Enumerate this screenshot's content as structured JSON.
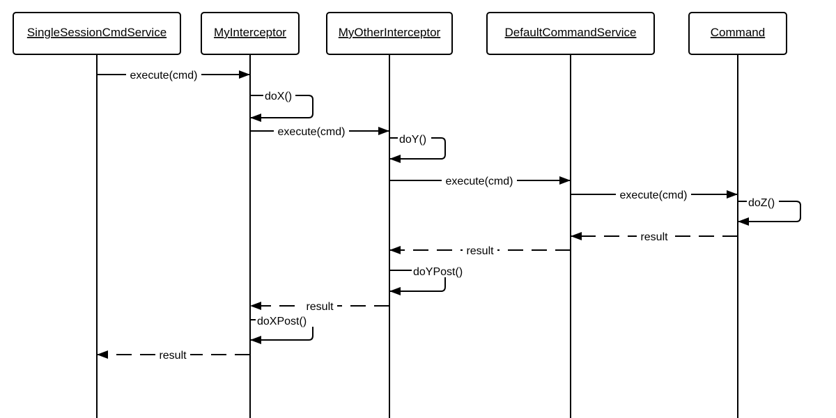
{
  "participants": [
    {
      "id": "p1",
      "name": "SingleSessionCmdService"
    },
    {
      "id": "p2",
      "name": "MyInterceptor"
    },
    {
      "id": "p3",
      "name": "MyOtherInterceptor"
    },
    {
      "id": "p4",
      "name": "DefaultCommandService"
    },
    {
      "id": "p5",
      "name": "Command"
    }
  ],
  "messages": [
    {
      "id": "m1",
      "label": "execute(cmd)",
      "from": "SingleSessionCmdService",
      "to": "MyInterceptor",
      "kind": "call"
    },
    {
      "id": "m2",
      "label": "doX()",
      "from": "MyInterceptor",
      "to": "MyInterceptor",
      "kind": "self"
    },
    {
      "id": "m3",
      "label": "execute(cmd)",
      "from": "MyInterceptor",
      "to": "MyOtherInterceptor",
      "kind": "call"
    },
    {
      "id": "m4",
      "label": "doY()",
      "from": "MyOtherInterceptor",
      "to": "MyOtherInterceptor",
      "kind": "self"
    },
    {
      "id": "m5",
      "label": "execute(cmd)",
      "from": "MyOtherInterceptor",
      "to": "DefaultCommandService",
      "kind": "call"
    },
    {
      "id": "m6",
      "label": "execute(cmd)",
      "from": "DefaultCommandService",
      "to": "Command",
      "kind": "call"
    },
    {
      "id": "m7",
      "label": "doZ()",
      "from": "Command",
      "to": "Command",
      "kind": "self"
    },
    {
      "id": "m8",
      "label": "result",
      "from": "Command",
      "to": "DefaultCommandService",
      "kind": "return"
    },
    {
      "id": "m9",
      "label": "result",
      "from": "DefaultCommandService",
      "to": "MyOtherInterceptor",
      "kind": "return"
    },
    {
      "id": "m10",
      "label": "doYPost()",
      "from": "MyOtherInterceptor",
      "to": "MyOtherInterceptor",
      "kind": "self"
    },
    {
      "id": "m11",
      "label": "result",
      "from": "MyOtherInterceptor",
      "to": "MyInterceptor",
      "kind": "return"
    },
    {
      "id": "m12",
      "label": "doXPost()",
      "from": "MyInterceptor",
      "to": "MyInterceptor",
      "kind": "self"
    },
    {
      "id": "m13",
      "label": "result",
      "from": "MyInterceptor",
      "to": "SingleSessionCmdService",
      "kind": "return"
    }
  ]
}
